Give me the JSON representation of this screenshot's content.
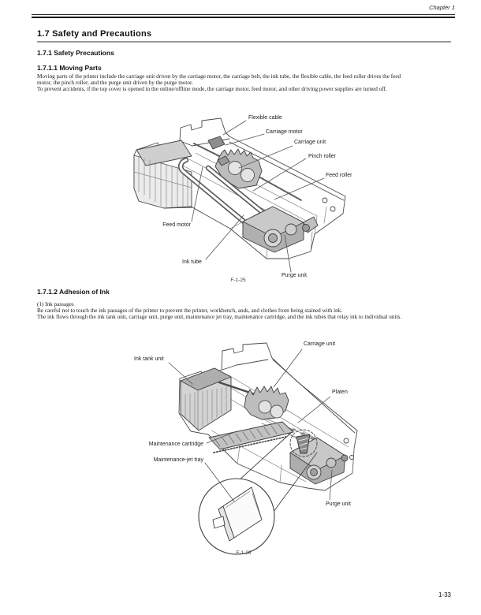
{
  "page": {
    "header": {
      "chapter_label": "Chapter 1"
    },
    "title": "1.7 Safety and Precautions",
    "sections": {
      "safety_precautions": {
        "heading": "1.7.1 Safety Precautions"
      },
      "moving_parts": {
        "heading": "1.7.1.1 Moving Parts",
        "body": "Moving parts of the printer include the carriage unit driven by the carriage motor, the carriage belt, the ink tube, the flexible cable, the feed roller drives the feed\nmotor, the pinch roller, and the purge unit driven by the purge motor.\nTo prevent accidents, if the top cover is opened in the online/offline mode, the carriage motor, feed motor, and other driving  power supplies are turned off."
      },
      "adhesion_of_ink": {
        "heading": "1.7.1.2 Adhesion of Ink",
        "body": "(1) Ink passages\nBe careful not to touch the ink passages of the printer to prevent the printer, workbench, ands, and clothes from being stained with ink.\nThe ink flows through the ink tank unit, carriage unit, purge unit, maintenance jet tray, maintenance cartridge, and the ink tubes that relay ink to individual units."
      }
    },
    "figure1": {
      "caption": "F-1-25",
      "labels": {
        "flexible_cable": "Flexible cable",
        "carriage_motor": "Carriage motor",
        "carriage_unit": "Carriage unit",
        "pinch_roller": "Pinch roller",
        "feed_roller": "Feed roller",
        "feed_motor": "Feed motor",
        "ink_tube": "Ink tube",
        "purge_unit": "Purge unit"
      }
    },
    "figure2": {
      "caption": "F-1-26",
      "labels": {
        "carriage_unit": "Carriage unit",
        "ink_tank_unit": "Ink tank unit",
        "platen": "Platen",
        "maintenance_cartridge": "Maintenance cartridge",
        "maintenance_jet_tray": "Maintenance-jet tray",
        "purge_unit": "Purge unit"
      }
    },
    "footer": {
      "page_number": "1-33"
    }
  }
}
